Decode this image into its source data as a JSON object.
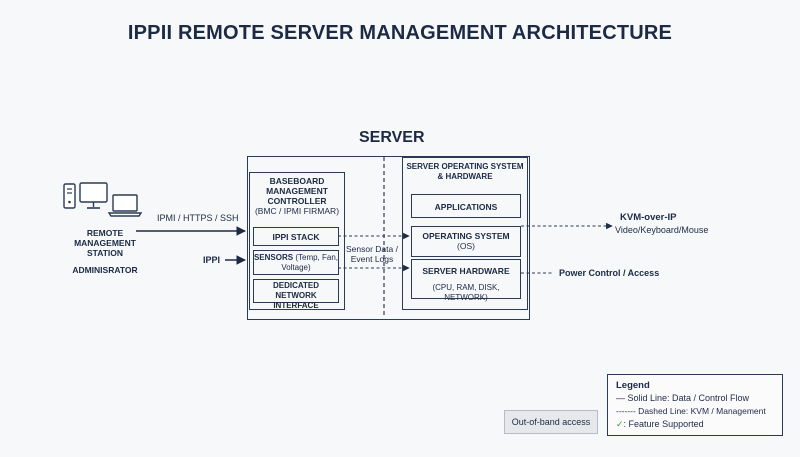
{
  "title": "IPPII REMOTE SERVER MANAGEMENT ARCHITECTURE",
  "server_label": "SERVER",
  "remote": {
    "line1": "REMOTE",
    "line2": "MANAGEMENT",
    "line3": "STATION",
    "admin": "ADMINISRATOR"
  },
  "links": {
    "ipmi_https_ssh": "IPMI / HTTPS / SSH",
    "ippi": "IPPI",
    "sensor_data_line1": "Sensor Data /",
    "sensor_data_line2": "Event Logs",
    "kvm_title": "KVM-over-IP",
    "kvm_sub": "Video/Keyboard/Mouse",
    "power": "Power Control / Access"
  },
  "bmc": {
    "line1": "BASEBOARD",
    "line2": "MANAGEMENT",
    "line3": "CONTROLLER",
    "line4": "(BMC / IPMI FIRMAR)",
    "ippi_stack": "IPPI STACK",
    "sensors_bold": "SENSORS",
    "sensors_rest1": "(Temp, Fan,",
    "sensors_rest2": "Voltage)",
    "dni_line1": "DEDICATED NETWORK",
    "dni_line2": "INTERFACE"
  },
  "os_hw": {
    "line1": "SERVER OPERATING SYSTEM",
    "line2": "& HARDWARE",
    "applications": "APPLICATIONS",
    "os_line1": "OPERATING SYSTEM",
    "os_line2": "(OS)",
    "hw_line1": "SERVER HARDWARE",
    "hw_line2": "(CPU, RAM, DISK, NETWORK)"
  },
  "legend": {
    "title": "Legend",
    "solid": "— Solid Line: Data / Control Flow",
    "dashed": "------- Dashed Line: KVM / Management",
    "check": "✓",
    "check_text": ": Feature Supported"
  },
  "oob_label": "Out-of-band access"
}
